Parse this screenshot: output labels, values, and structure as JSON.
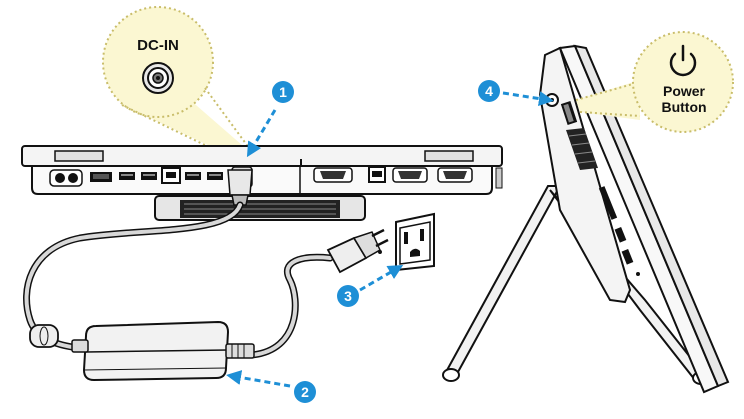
{
  "callouts": {
    "dc_in": "DC-IN",
    "power_line1": "Power",
    "power_line2": "Button"
  },
  "steps": [
    "1",
    "2",
    "3",
    "4"
  ],
  "colors": {
    "step_badge": "#1e8fd6",
    "arrow": "#1e8fd6",
    "callout_fill": "#fbf7d2",
    "callout_dots": "#c9bd6a",
    "device": "#111111",
    "device_fill": "#f4f4f4"
  }
}
